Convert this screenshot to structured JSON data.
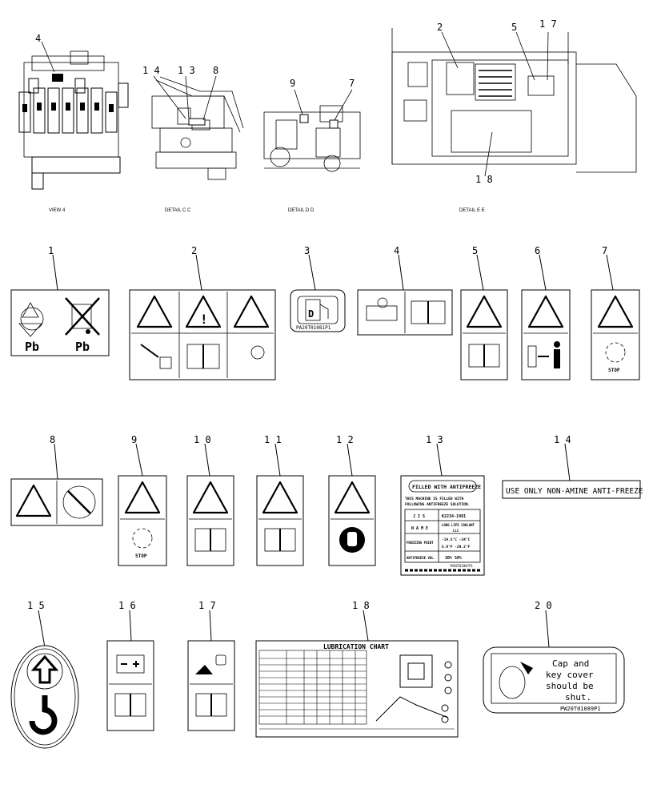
{
  "views": {
    "view4": "VIEW 4",
    "detail_c": "DETAIL C C",
    "detail_d": "DETAIL D D",
    "detail_e": "DETAIL E E",
    "callouts": {
      "v4_4": "4",
      "c_14": "1 4",
      "c_13": "1 3",
      "c_8": "8",
      "d_9": "9",
      "d_7": "7",
      "e_2": "2",
      "e_5": "5",
      "e_17": "1 7",
      "e_18": "1 8"
    }
  },
  "item_numbers": {
    "n1": "1",
    "n2": "2",
    "n3": "3",
    "n4": "4",
    "n5": "5",
    "n6": "6",
    "n7": "7",
    "n8": "8",
    "n9": "9",
    "n10": "1 0",
    "n11": "1 1",
    "n12": "1 2",
    "n13": "1 3",
    "n14": "1 4",
    "n15": "1 5",
    "n16": "1 6",
    "n17": "1 7",
    "n18": "1 8",
    "n20": "2 0"
  },
  "labels": {
    "recycle": {
      "left": "Pb",
      "right": "Pb"
    },
    "fuel_part": "PA20T01081P1",
    "stop_text": "STOP",
    "antifreeze": {
      "title": "FILLED WITH ANTIFREEZE",
      "line1": "THIS MACHINE IS FILLED WITH",
      "line2": "FOLLOWING ANTIFREEZE SOLUTION.",
      "jis": "J I S",
      "jis_val": "K2234-1981",
      "name": "N A M E",
      "name_val": "LONG LIFE COOLANT",
      "name_val2": "LLC",
      "freeze": "FREEZING POINT",
      "freeze_val": "-14.5°C  -34°C",
      "freeze_val2": "5.9°F  -29.2°F",
      "anti": "ANTIFREEZE VOL.",
      "anti_val": "30%   50%",
      "part": "YM20T01087P1"
    },
    "non_amine": "USE ONLY NON-AMINE ANTI-FREEZE",
    "lube_title": "LUBRICATION CHART",
    "cap": {
      "l1": "Cap and",
      "l2": "key cover",
      "l3": "should be",
      "l4": "shut."
    },
    "cap_part": "PW20T01089P1"
  },
  "colors": {
    "line": "#000000",
    "background": "#ffffff"
  }
}
